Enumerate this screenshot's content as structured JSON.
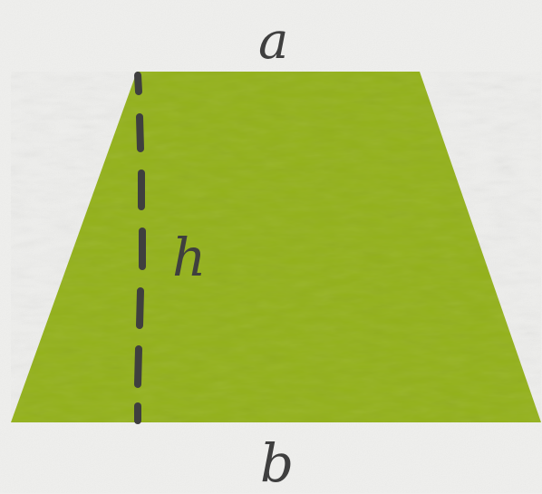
{
  "diagram": {
    "labels": {
      "top_side": "a",
      "height": "h",
      "bottom_side": "b"
    },
    "colors": {
      "background": "#efefed",
      "trapezoid_fill": "#93b11a",
      "dashed_line": "#3f3f3f",
      "label_text": "#3f3f3f"
    }
  }
}
